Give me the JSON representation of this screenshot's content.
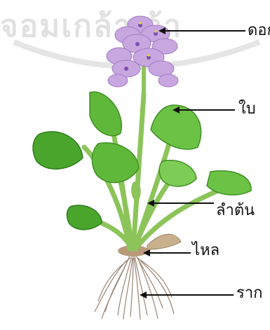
{
  "watermark": {
    "text": "จอมเกล้าเจ้า"
  },
  "labels": {
    "flower": "ดอก",
    "leaf": "ใบ",
    "stem": "ลำต้น",
    "stolon": "ไหล",
    "root": "ราก"
  },
  "colors": {
    "leaf_fill": "#5fb83a",
    "leaf_dark": "#3f8f25",
    "stem": "#8cc45a",
    "flower": "#c8a6e0",
    "flower_center": "#7d4fb0",
    "root": "#8a6e5c",
    "arrow": "#111111"
  }
}
